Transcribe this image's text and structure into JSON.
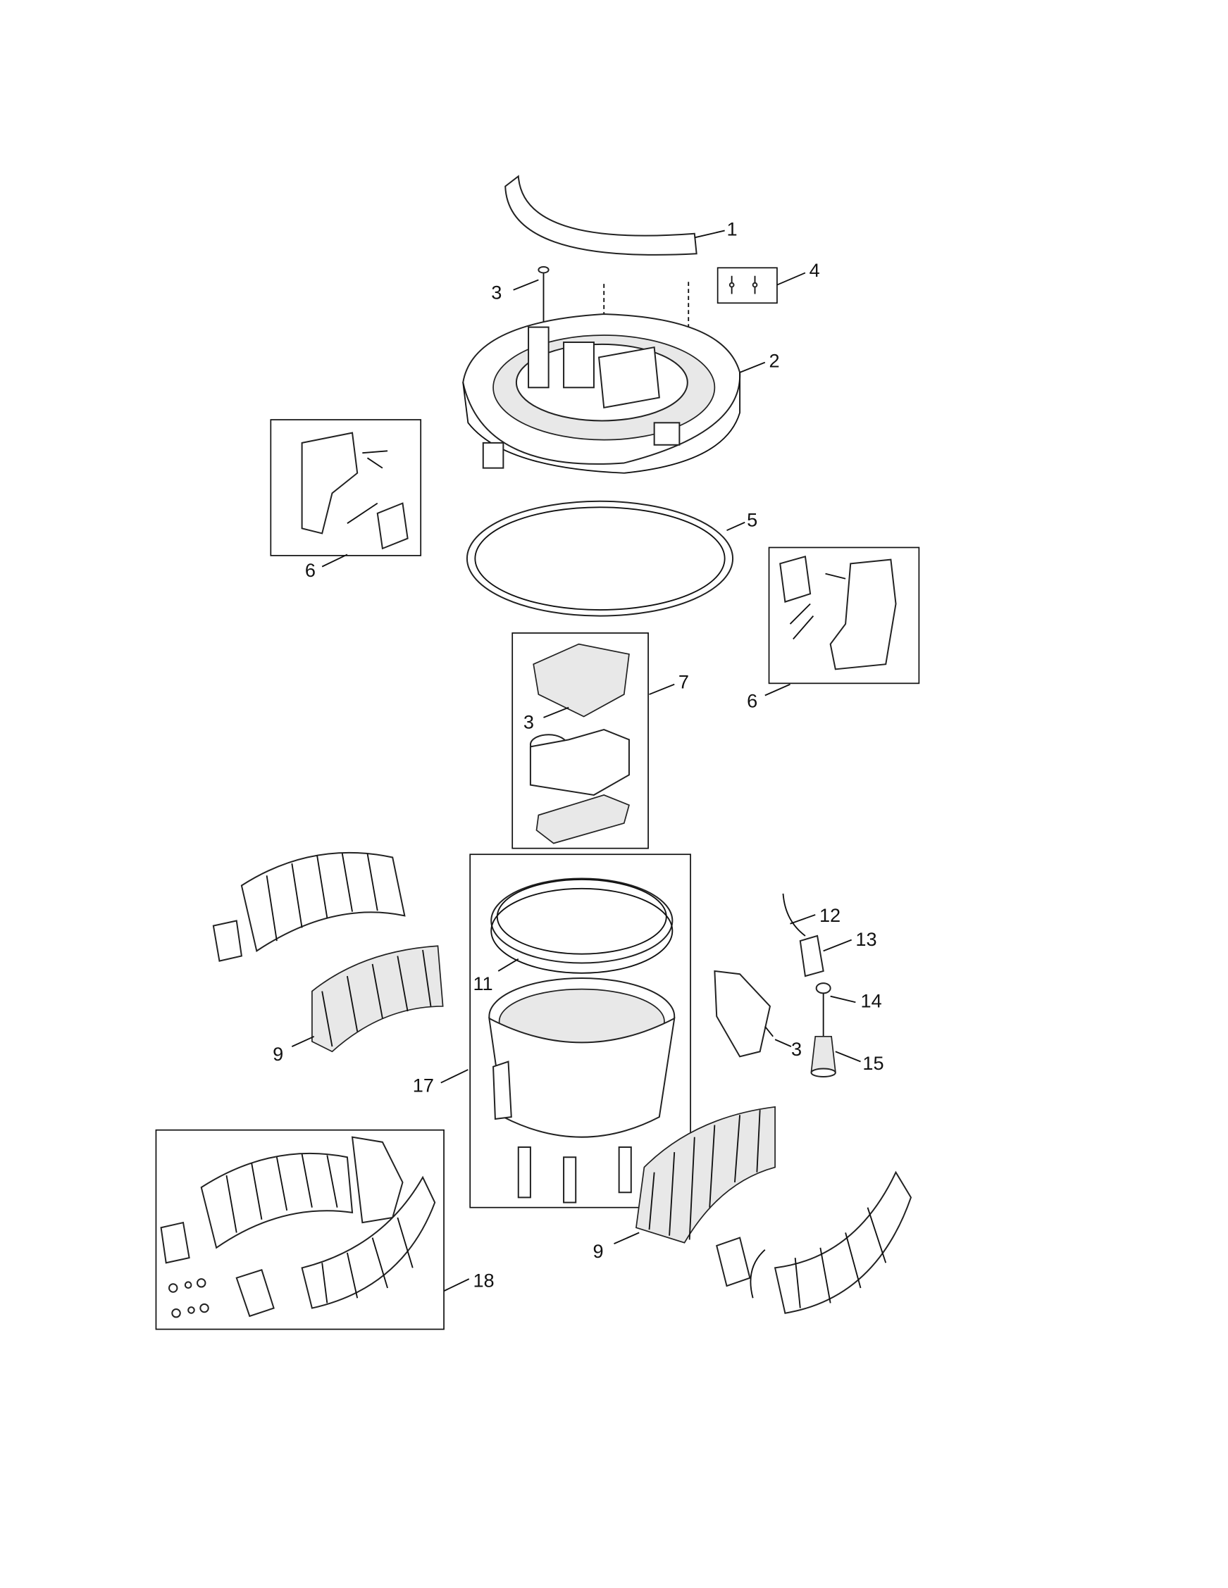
{
  "diagram": {
    "callouts": [
      {
        "id": "c1",
        "label": "1"
      },
      {
        "id": "c3a",
        "label": "3"
      },
      {
        "id": "c4",
        "label": "4"
      },
      {
        "id": "c2",
        "label": "2"
      },
      {
        "id": "c6a",
        "label": "6"
      },
      {
        "id": "c5",
        "label": "5"
      },
      {
        "id": "c6b",
        "label": "6"
      },
      {
        "id": "c7",
        "label": "7"
      },
      {
        "id": "c3b",
        "label": "3"
      },
      {
        "id": "c12",
        "label": "12"
      },
      {
        "id": "c13",
        "label": "13"
      },
      {
        "id": "c11",
        "label": "11"
      },
      {
        "id": "c14",
        "label": "14"
      },
      {
        "id": "c9a",
        "label": "9"
      },
      {
        "id": "c3c",
        "label": "3"
      },
      {
        "id": "c15",
        "label": "15"
      },
      {
        "id": "c17",
        "label": "17"
      },
      {
        "id": "c9b",
        "label": "9"
      },
      {
        "id": "c18",
        "label": "18"
      }
    ]
  }
}
